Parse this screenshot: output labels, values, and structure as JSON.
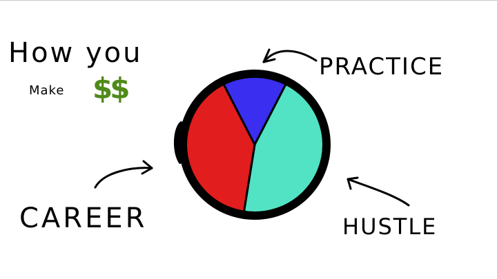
{
  "title_line1": "How you",
  "title_line2": "Make",
  "money_symbol": "$$",
  "labels": {
    "practice": "PRACTICE",
    "career": "CAREER",
    "hustle": "HUSTLE"
  },
  "colors": {
    "practice": "#3a2ef0",
    "career": "#e21d1d",
    "hustle": "#52e2c4",
    "money": "#4f8a1a",
    "ink": "#000000"
  },
  "chart_data": {
    "type": "pie",
    "categories": [
      "PRACTICE",
      "HUSTLE",
      "CAREER"
    ],
    "values": [
      15,
      45,
      40
    ]
  }
}
